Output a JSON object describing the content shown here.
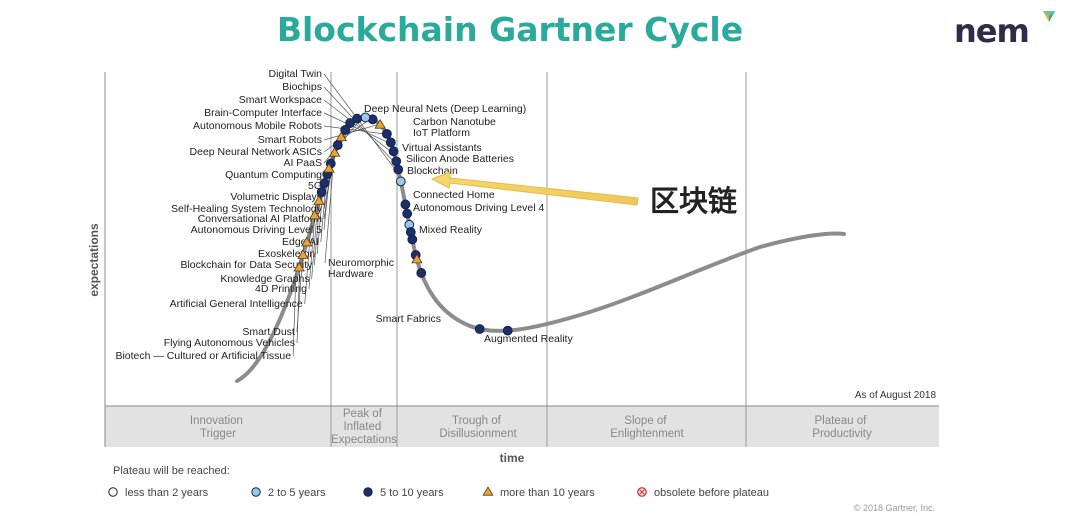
{
  "header": {
    "title": "Blockchain Gartner Cycle",
    "brand": "nem"
  },
  "chart_data": {
    "type": "line",
    "title": "Blockchain Gartner Cycle",
    "xlabel": "time",
    "ylabel": "expectations",
    "note": "As of August 2018",
    "copyright": "© 2018 Gartner, Inc.",
    "annotation": {
      "text": "区块链",
      "target": "Blockchain"
    },
    "phases": [
      [
        "Innovation",
        "Trigger"
      ],
      [
        "Peak of",
        "Inflated",
        "Expectations"
      ],
      [
        "Trough of",
        "Disillusionment"
      ],
      [
        "Slope of",
        "Enlightenment"
      ],
      [
        "Plateau of",
        "Productivity"
      ]
    ],
    "legend": {
      "title": "Plateau will be reached:",
      "items": [
        {
          "label": "less than 2 years",
          "marker": "circle-white"
        },
        {
          "label": "2 to 5 years",
          "marker": "circle-light"
        },
        {
          "label": "5 to 10 years",
          "marker": "circle-dark"
        },
        {
          "label": "more than 10 years",
          "marker": "triangle"
        },
        {
          "label": "obsolete before plateau",
          "marker": "obsolete"
        }
      ]
    },
    "left_items": [
      {
        "label": "Digital Twin",
        "t": 0.392,
        "marker": "circle-dark"
      },
      {
        "label": "Biochips",
        "t": 0.383,
        "marker": "circle-dark"
      },
      {
        "label": "Smart Workspace",
        "t": 0.372,
        "marker": "circle-dark"
      },
      {
        "label": "Brain-Computer Interface",
        "t": 0.362,
        "marker": "circle-dark"
      },
      {
        "label": "Autonomous Mobile Robots",
        "t": 0.352,
        "marker": "circle-dark"
      },
      {
        "label": "Smart Robots",
        "t": 0.34,
        "marker": "triangle"
      },
      {
        "label": "Deep Neural Network ASICs",
        "t": 0.33,
        "marker": "circle-dark"
      },
      {
        "label": "AI PaaS",
        "t": 0.322,
        "marker": "circle-light"
      },
      {
        "label": "Quantum Computing",
        "t": 0.313,
        "marker": "circle-dark"
      },
      {
        "label": "5G",
        "t": 0.304,
        "marker": "circle-dark"
      },
      {
        "label": "Volumetric Displays",
        "t": 0.295,
        "marker": "circle-dark"
      },
      {
        "label": "Self-Healing System Technology",
        "t": 0.286,
        "marker": "triangle"
      },
      {
        "label": "Conversational AI Platform",
        "t": 0.277,
        "marker": "circle-dark"
      },
      {
        "label": "Autonomous Driving Level 5",
        "t": 0.268,
        "marker": "triangle"
      },
      {
        "label": "Edge AI",
        "t": 0.256,
        "marker": "circle-dark"
      },
      {
        "label": "Exoskeleton",
        "t": 0.244,
        "marker": "circle-dark"
      },
      {
        "label": "Blockchain for Data Security",
        "t": 0.234,
        "marker": "circle-dark"
      },
      {
        "label": "Knowledge Graphs",
        "t": 0.224,
        "marker": "circle-dark"
      },
      {
        "label": "4D Printing",
        "t": 0.214,
        "marker": "triangle"
      },
      {
        "label": "Artificial General Intelligence",
        "t": 0.198,
        "marker": "triangle"
      },
      {
        "label": "Smart Dust",
        "t": 0.168,
        "marker": "triangle"
      },
      {
        "label": "Flying Autonomous Vehicles",
        "t": 0.154,
        "marker": "triangle"
      },
      {
        "label": "Biotech — Cultured or Artificial Tissue",
        "t": 0.14,
        "marker": "triangle"
      }
    ],
    "right_items": [
      {
        "label": "Neuromorphic Hardware",
        "t": 0.25,
        "marker": "triangle"
      },
      {
        "label": "Deep Neural Nets (Deep Learning)",
        "t": 0.405,
        "marker": "circle-light"
      },
      {
        "label": "Carbon Nanotube",
        "t": 0.43,
        "marker": "circle-dark"
      },
      {
        "label": "IoT Platform",
        "t": 0.44,
        "marker": "circle-dark"
      },
      {
        "label": "Virtual Assistants",
        "t": 0.452,
        "marker": "circle-light"
      },
      {
        "label": "Silicon Anode Batteries",
        "t": 0.46,
        "marker": "circle-dark"
      },
      {
        "label": "Blockchain",
        "t": 0.468,
        "marker": "circle-dark"
      },
      {
        "label": "Connected Home",
        "t": 0.485,
        "marker": "circle-dark"
      },
      {
        "label": "Autonomous Driving Level 4",
        "t": 0.49,
        "marker": "triangle"
      },
      {
        "label": "Mixed Reality",
        "t": 0.505,
        "marker": "circle-dark"
      },
      {
        "label": "Smart Fabrics",
        "t": 0.595,
        "marker": "circle-dark"
      },
      {
        "label": "Augmented Reality",
        "t": 0.625,
        "marker": "circle-dark"
      }
    ]
  }
}
